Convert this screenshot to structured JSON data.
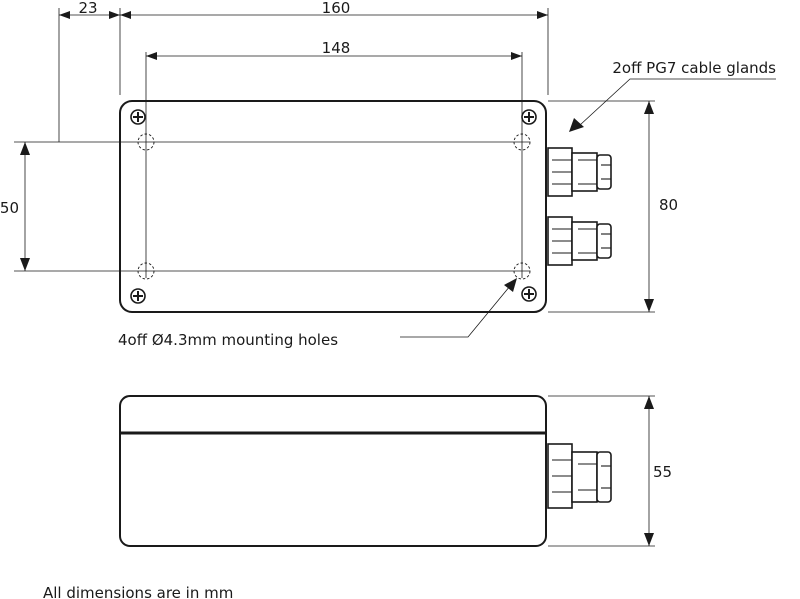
{
  "dimensions": {
    "offset": "23",
    "overall_length": "160",
    "hole_spacing_length": "148",
    "hole_spacing_width": "50",
    "overall_width": "80",
    "height": "55"
  },
  "labels": {
    "cable_glands": "2off PG7 cable glands",
    "mounting_holes": "4off Ø4.3mm mounting holes",
    "units_note": "All dimensions are in mm"
  }
}
